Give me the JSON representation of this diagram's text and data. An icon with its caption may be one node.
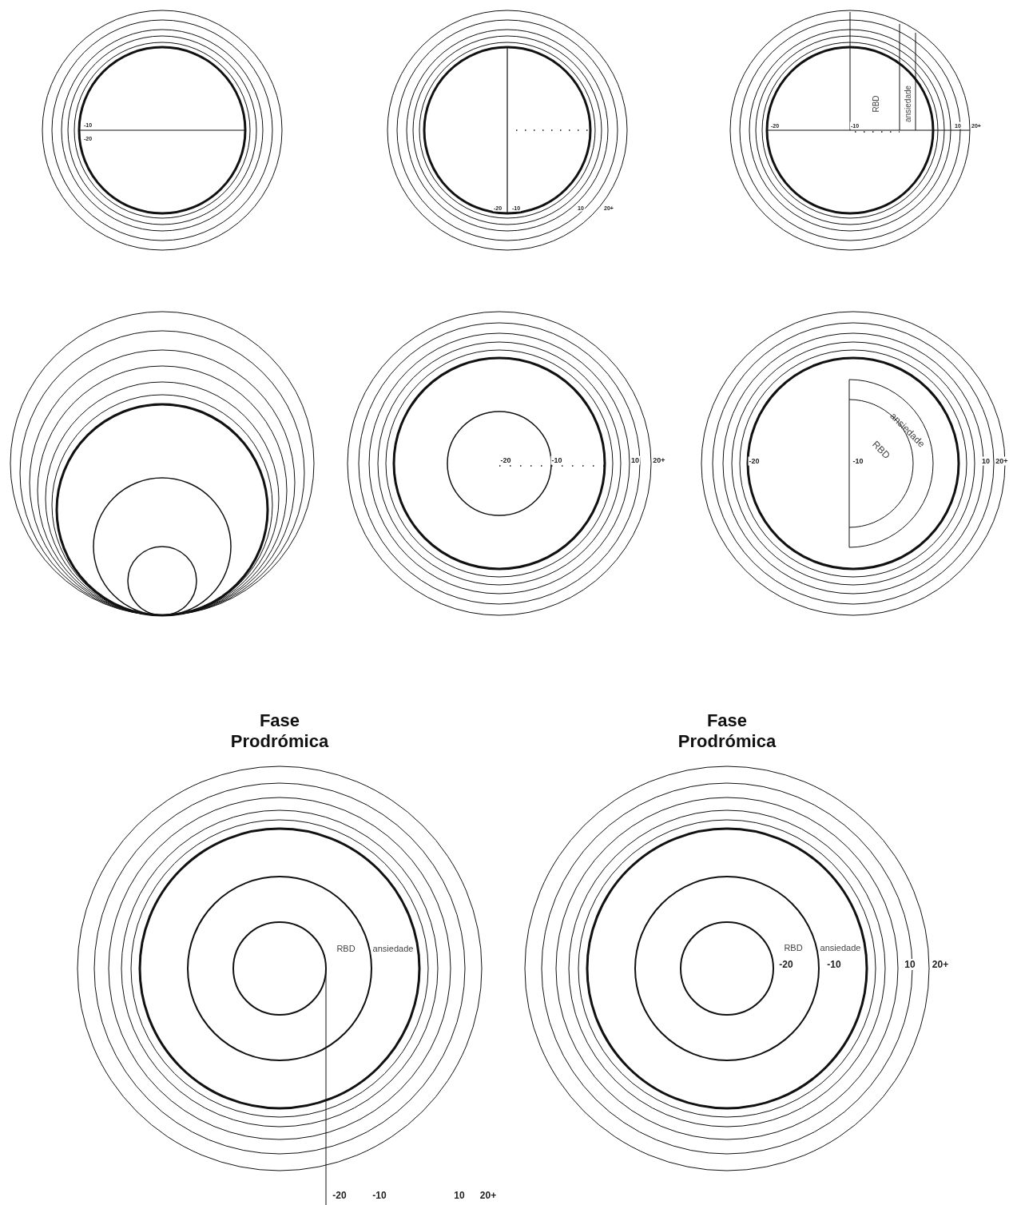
{
  "diagram": {
    "labels": [
      "-10",
      "-20",
      "-20",
      "-10",
      "10",
      "20+",
      "RBD",
      "ansiedade",
      "-20",
      "-10",
      "10",
      "20+",
      "-20",
      "-10",
      "10",
      "20+",
      "ansiedade",
      "RBD",
      "-20",
      "-10",
      "10",
      "20+",
      "Fase Prodrómica",
      "RBD",
      "ansiedade",
      "-20",
      "-10",
      "10",
      "20+",
      "Fase Prodrómica",
      "RBD",
      "ansiedade",
      "-20",
      "-10",
      "10",
      "20+"
    ]
  }
}
